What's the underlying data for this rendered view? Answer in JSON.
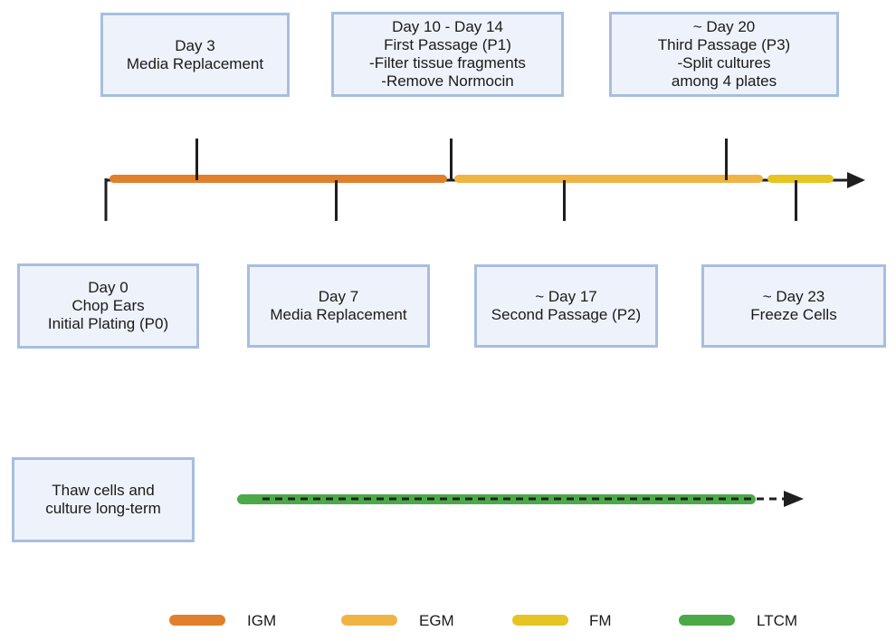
{
  "top_events": [
    {
      "lines": [
        "Day 3",
        "Media Replacement"
      ]
    },
    {
      "lines": [
        "Day 10 - Day 14",
        "First Passage (P1)",
        "-Filter tissue fragments",
        "-Remove Normocin"
      ]
    },
    {
      "lines": [
        "~ Day 20",
        "Third Passage (P3)",
        "-Split cultures",
        "among 4 plates"
      ]
    }
  ],
  "bottom_events": [
    {
      "lines": [
        "Day 0",
        "Chop Ears",
        "Initial Plating (P0)"
      ]
    },
    {
      "lines": [
        "Day 7",
        "Media Replacement"
      ]
    },
    {
      "lines": [
        "~ Day 17",
        "Second Passage (P2)"
      ]
    },
    {
      "lines": [
        "~ Day 23",
        "Freeze Cells"
      ]
    }
  ],
  "long_term": {
    "lines": [
      "Thaw cells and",
      "culture long-term"
    ]
  },
  "media_segments": [
    {
      "media": "IGM",
      "color": "#e07f2c"
    },
    {
      "media": "EGM",
      "color": "#f0b445"
    },
    {
      "media": "FM",
      "color": "#e6c523"
    }
  ],
  "long_term_medium": {
    "media": "LTCM",
    "color": "#4ca948"
  },
  "legend": [
    {
      "label": "IGM",
      "color": "#e07f2c"
    },
    {
      "label": "EGM",
      "color": "#f0b445"
    },
    {
      "label": "FM",
      "color": "#e6c523"
    },
    {
      "label": "LTCM",
      "color": "#4ca948"
    }
  ],
  "colors": {
    "box_fill": "#eef3fb",
    "box_border": "#a7bedf",
    "axis": "#1f1f1f"
  }
}
